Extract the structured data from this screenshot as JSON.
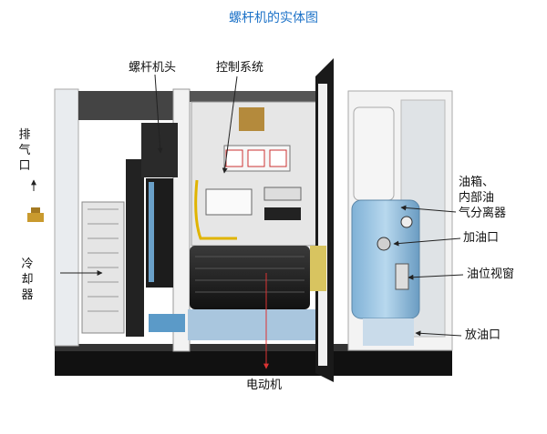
{
  "title": "螺杆机的实体图",
  "labels": {
    "screw_head": "螺杆机头",
    "control_system": "控制系统",
    "exhaust_port": "排气口",
    "oil_tank": [
      "油箱、",
      "内部油",
      "气分离器"
    ],
    "oil_fill": "加油口",
    "oil_sight": "油位视窗",
    "cooler": "冷却器",
    "oil_drain": "放油口",
    "motor": "电动机"
  }
}
